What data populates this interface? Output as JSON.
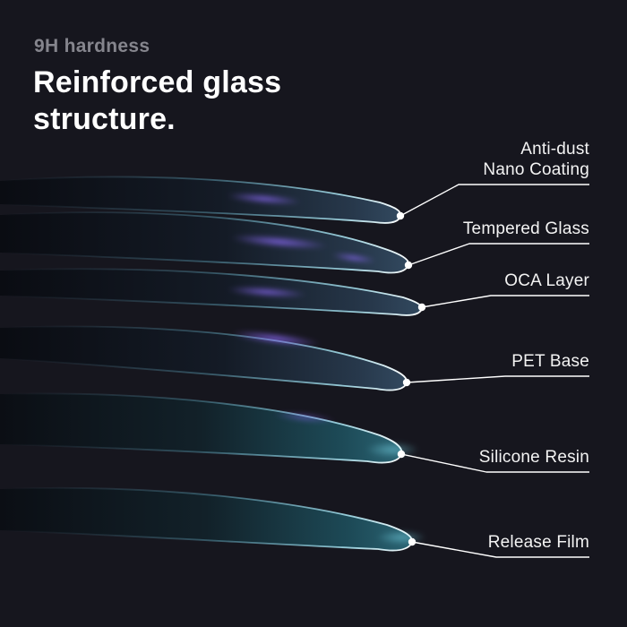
{
  "header": {
    "eyebrow": "9H hardness",
    "title_line1": "Reinforced glass",
    "title_line2": "structure."
  },
  "layers": [
    {
      "name": "anti-dust-nano-coating",
      "label": "Anti-dust\nNano Coating"
    },
    {
      "name": "tempered-glass",
      "label": "Tempered Glass"
    },
    {
      "name": "oca-layer",
      "label": "OCA Layer"
    },
    {
      "name": "pet-base",
      "label": "PET Base"
    },
    {
      "name": "silicone-resin",
      "label": "Silicone Resin"
    },
    {
      "name": "release-film",
      "label": "Release Film"
    }
  ],
  "colors": {
    "background": "#16161e",
    "eyebrow_text": "#85858d",
    "title_text": "#ffffff",
    "label_text": "#f3f3f3",
    "leader_line": "#ffffff",
    "edge_glow": "#aee9f6",
    "violet_accent": "#8266ff",
    "sheet_navy": "#27384b",
    "sheet_teal": "#1d4a57"
  }
}
